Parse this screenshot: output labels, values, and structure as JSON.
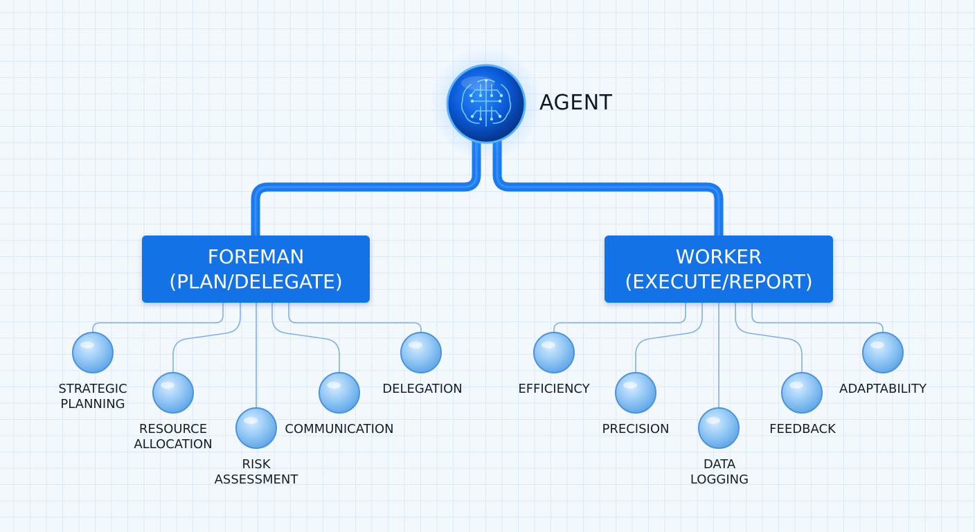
{
  "root": {
    "label": "AGENT",
    "icon": "circuit-brain-icon"
  },
  "branches": [
    {
      "id": "foreman",
      "title": "FOREMAN",
      "subtitle": "(PLAN/DELEGATE)",
      "children": [
        {
          "lines": [
            "STRATEGIC",
            "PLANNING"
          ]
        },
        {
          "lines": [
            "RESOURCE",
            "ALLOCATION"
          ]
        },
        {
          "lines": [
            "RISK",
            "ASSESSMENT"
          ]
        },
        {
          "lines": [
            "COMMUNICATION"
          ]
        },
        {
          "lines": [
            "DELEGATION"
          ]
        }
      ]
    },
    {
      "id": "worker",
      "title": "WORKER",
      "subtitle": "(EXECUTE/REPORT)",
      "children": [
        {
          "lines": [
            "EFFICIENCY"
          ]
        },
        {
          "lines": [
            "PRECISION"
          ]
        },
        {
          "lines": [
            "DATA",
            "LOGGING"
          ]
        },
        {
          "lines": [
            "FEEDBACK"
          ]
        },
        {
          "lines": [
            "ADAPTABILITY"
          ]
        }
      ]
    }
  ],
  "colors": {
    "accent": "#1272e6",
    "connector": "#1a7bf0",
    "thin_line": "#7fb0e4",
    "node_fill": "#8cc4f5",
    "node_stroke": "#4a93dc",
    "text": "#111a24"
  }
}
